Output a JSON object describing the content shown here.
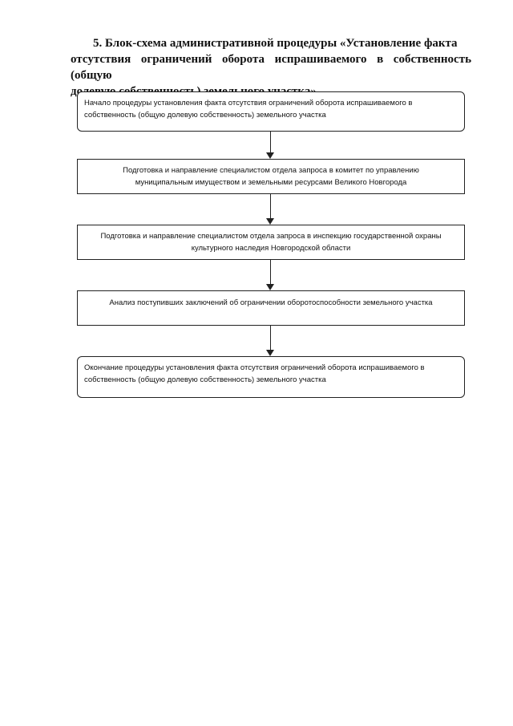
{
  "title": {
    "line1": "5. Блок-схема административной процедуры «Установление факта",
    "line2": "отсутствия ограничений оборота испрашиваемого в собственность (общую",
    "line3": "долевую собственность) земельного участка»"
  },
  "steps": [
    {
      "line1": "Начало процедуры установления факта отсутствия ограничений оборота испрашиваемого в",
      "line2": "собственность (общую долевую собственность) земельного участка"
    },
    {
      "line1": "Подготовка и направление специалистом отдела запроса в комитет по управлению",
      "line2": "муниципальным имуществом и земельными ресурсами Великого Новгорода"
    },
    {
      "line1": "Подготовка и направление специалистом отдела запроса в инспекцию государственной охраны",
      "line2": "культурного  наследия Новгородской области"
    },
    {
      "line1": "Анализ поступивших заключений об ограничении оборотоспособности земельного участка"
    },
    {
      "line1": "Окончание процедуры установления факта отсутствия ограничений оборота испрашиваемого в",
      "line2": "собственность (общую долевую собственность) земельного участка"
    }
  ]
}
